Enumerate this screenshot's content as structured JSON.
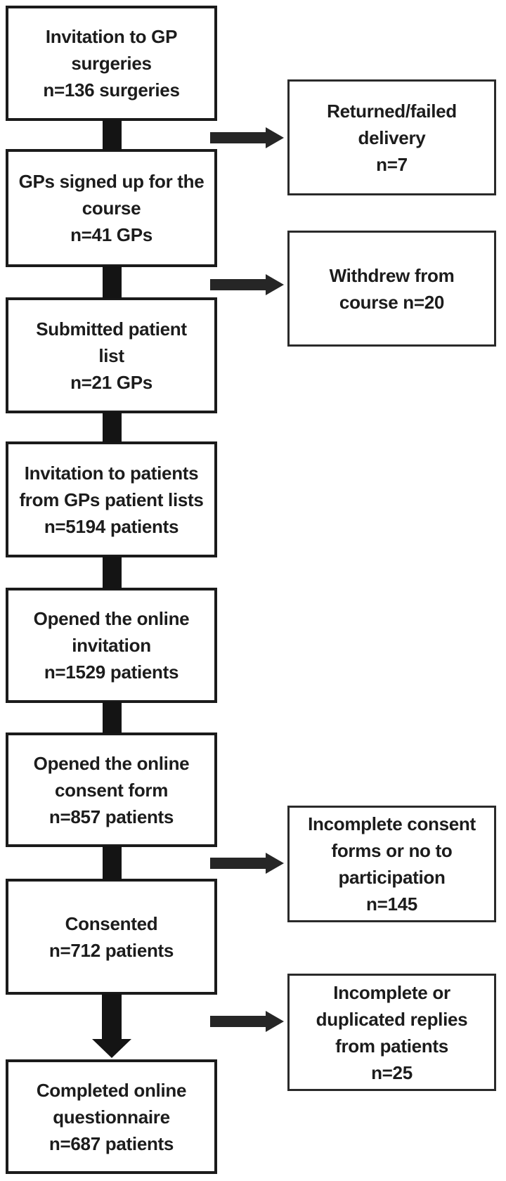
{
  "diagram": {
    "type": "flowchart",
    "description": "Participant recruitment flow diagram",
    "colors": {
      "ink": "#1b1b1b",
      "background": "#ffffff",
      "arrow": "#262626"
    },
    "main_flow": [
      {
        "id": "invitation-gp-surgeries",
        "lines": [
          "Invitation to GP",
          "surgeries",
          "n=136 surgeries"
        ],
        "n": 136
      },
      {
        "id": "gps-signed-up",
        "lines": [
          "GPs signed up for the",
          "course",
          "n=41 GPs"
        ],
        "n": 41
      },
      {
        "id": "submitted-patient-list",
        "lines": [
          "Submitted patient",
          "list",
          "n=21 GPs"
        ],
        "n": 21
      },
      {
        "id": "invitation-to-patients",
        "lines": [
          "Invitation to patients",
          "from GPs patient lists",
          "n=5194 patients"
        ],
        "n": 5194
      },
      {
        "id": "opened-online-invitation",
        "lines": [
          "Opened the online",
          "invitation",
          "n=1529 patients"
        ],
        "n": 1529
      },
      {
        "id": "opened-online-consent-form",
        "lines": [
          "Opened the online",
          "consent form",
          "n=857 patients"
        ],
        "n": 857
      },
      {
        "id": "consented",
        "lines": [
          "Consented",
          "n=712 patients"
        ],
        "n": 712
      },
      {
        "id": "completed-online-questionnaire",
        "lines": [
          "Completed online",
          "questionnaire",
          "n=687 patients"
        ],
        "n": 687
      }
    ],
    "exclusions": [
      {
        "id": "returned-failed-delivery",
        "lines": [
          "Returned/failed",
          "delivery",
          "n=7"
        ],
        "n": 7
      },
      {
        "id": "withdrew-from-course",
        "lines": [
          "Withdrew from",
          "course n=20"
        ],
        "n": 20
      },
      {
        "id": "incomplete-consent",
        "lines": [
          "Incomplete consent",
          "forms or no to",
          "participation",
          "n=145"
        ],
        "n": 145
      },
      {
        "id": "incomplete-duplicated-replies",
        "lines": [
          "Incomplete or",
          "duplicated replies",
          "from patients",
          "n=25"
        ],
        "n": 25
      }
    ]
  }
}
